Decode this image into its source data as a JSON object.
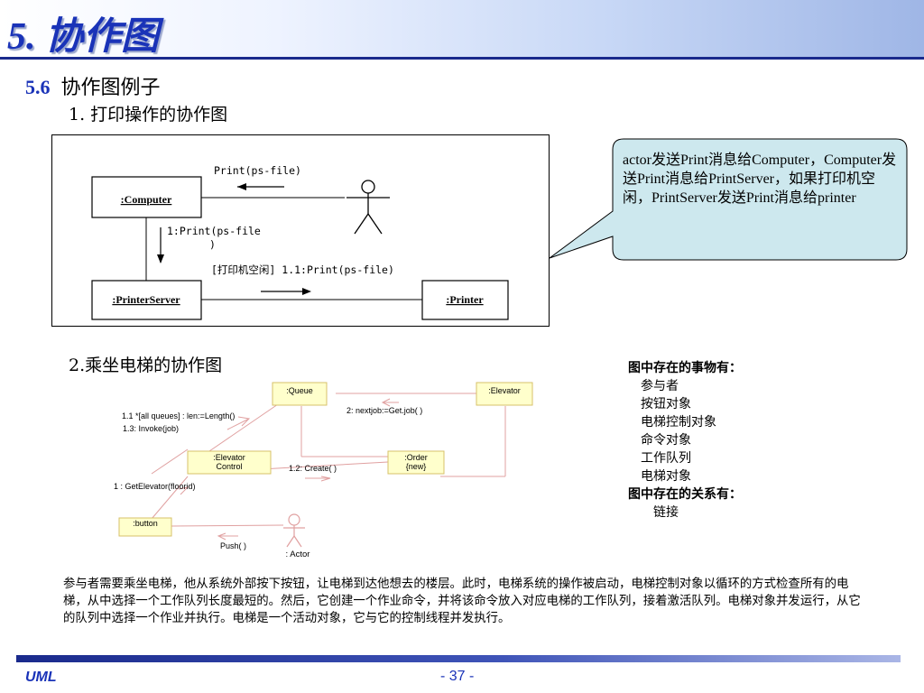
{
  "slide": {
    "title": "5. 协作图"
  },
  "section": {
    "number": "5.6",
    "heading": "协作图例子"
  },
  "diagram1": {
    "caption": "1. 打印操作的协作图",
    "computer": ":Computer",
    "printer_server": ":PrinterServer",
    "printer": ":Printer",
    "msg_actor": "Print(ps-file)",
    "msg_down_1": "1:Print(ps-file",
    "msg_down_2": ")",
    "msg_guard": "[打印机空闲] 1.1:Print(ps-file)"
  },
  "callout": {
    "text": "actor发送Print消息给Computer，Computer发送Print消息给PrintServer，如果打印机空闲，PrintServer发送Print消息给printer",
    "fill": "#cde8ee"
  },
  "diagram2": {
    "caption": "2.乘坐电梯的协作图",
    "queue": ":Queue",
    "elevator": ":Elevator",
    "elevator_control_1": ":Elevator",
    "elevator_control_2": "Control",
    "order_1": ":Order",
    "order_2": "{new}",
    "button": ":button",
    "actor": ": Actor",
    "msg_nextjob": "2: nextjob:=Get.job( )",
    "msg_len": "1.1 *[all queues] : len:=Length()",
    "msg_invoke": "1.3: Invoke(job)",
    "msg_create": "1.2: Create( )",
    "msg_getelevator": "1 : GetElevator(floorid)",
    "msg_push": "Push( )",
    "box_fill": "#ffffcc"
  },
  "side_list": {
    "things_header": "图中存在的事物有：",
    "things": [
      "参与者",
      "按钮对象",
      "电梯控制对象",
      "命令对象",
      "工作队列",
      "电梯对象"
    ],
    "relations_header": "图中存在的关系有：",
    "relations": [
      "链接"
    ]
  },
  "paragraph": "参与者需要乘坐电梯，他从系统外部按下按钮，让电梯到达他想去的楼层。此时，电梯系统的操作被启动，电梯控制对象以循环的方式检查所有的电梯，从中选择一个工作队列长度最短的。然后，它创建一个作业命令，并将该命令放入对应电梯的工作队列，接着激活队列。电梯对象并发运行，从它的队列中选择一个作业并执行。电梯是一个活动对象，它与它的控制线程并发执行。",
  "footer": {
    "left": "UML",
    "page": "- 37 -"
  },
  "colors": {
    "accent": "#1a33b8",
    "rule": "#1a2a8c"
  }
}
